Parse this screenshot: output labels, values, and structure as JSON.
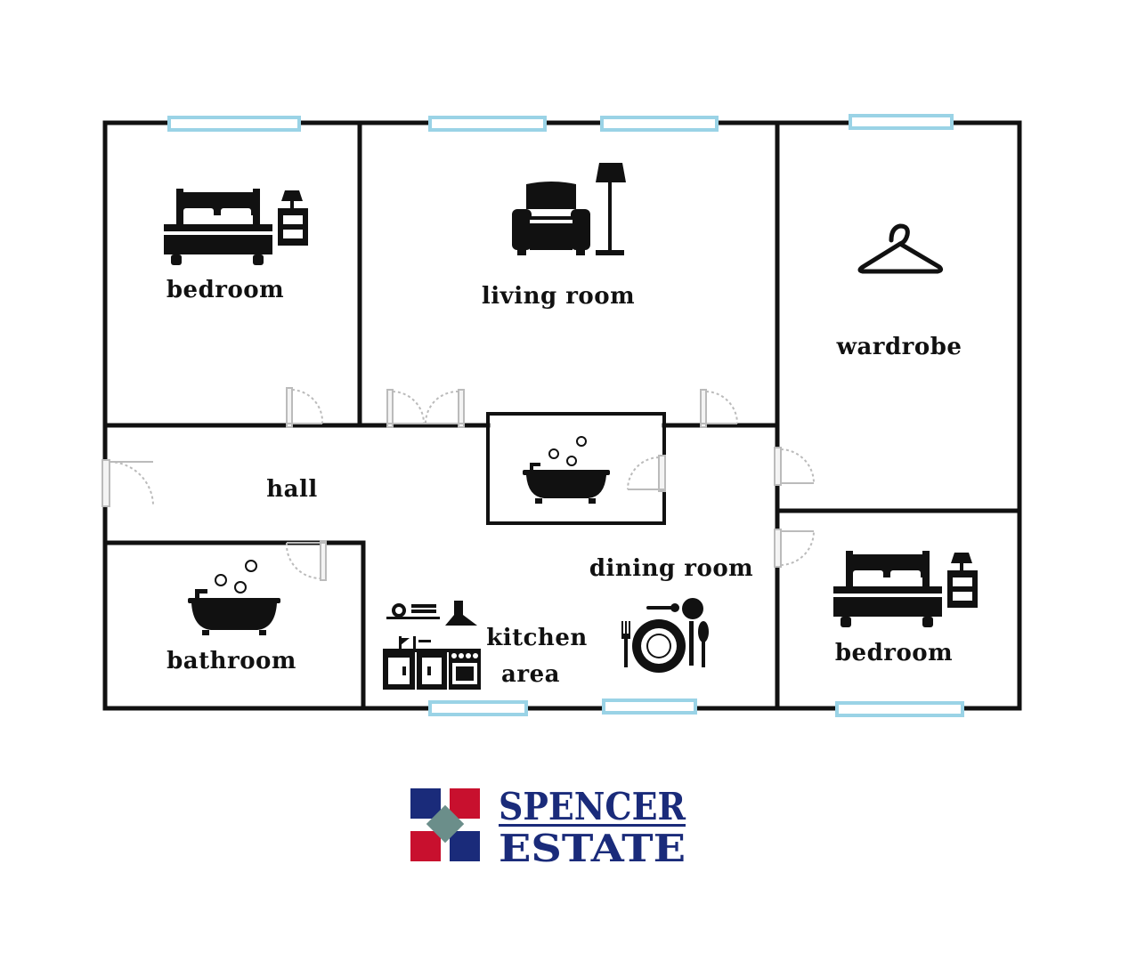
{
  "colors": {
    "wall": "#111111",
    "window": "#9ad3e6",
    "door": "#cfcfcf",
    "logo_navy": "#1a2b7a",
    "logo_red": "#c8102e",
    "logo_teal": "#6b8e8a"
  },
  "rooms": {
    "bedroom_1": "bedroom",
    "living_room": "living room",
    "wardrobe": "wardrobe",
    "hall": "hall",
    "bathroom": "bathroom",
    "kitchen_line1": "kitchen",
    "kitchen_line2": "area",
    "dining_room": "dining room",
    "bedroom_2": "bedroom"
  },
  "icons": {
    "bedroom_1": "bed-with-nightstand-icon",
    "living_room": "armchair-and-floor-lamp-icon",
    "wardrobe": "clothes-hanger-icon",
    "bath_center": "bathtub-icon",
    "bathroom": "bathtub-icon",
    "kitchen": "kitchen-appliances-icon",
    "dining_room": "plate-and-cutlery-icon",
    "bedroom_2": "bed-with-nightstand-icon"
  },
  "logo": {
    "line1": "SPENCER",
    "line2": "ESTATE"
  }
}
